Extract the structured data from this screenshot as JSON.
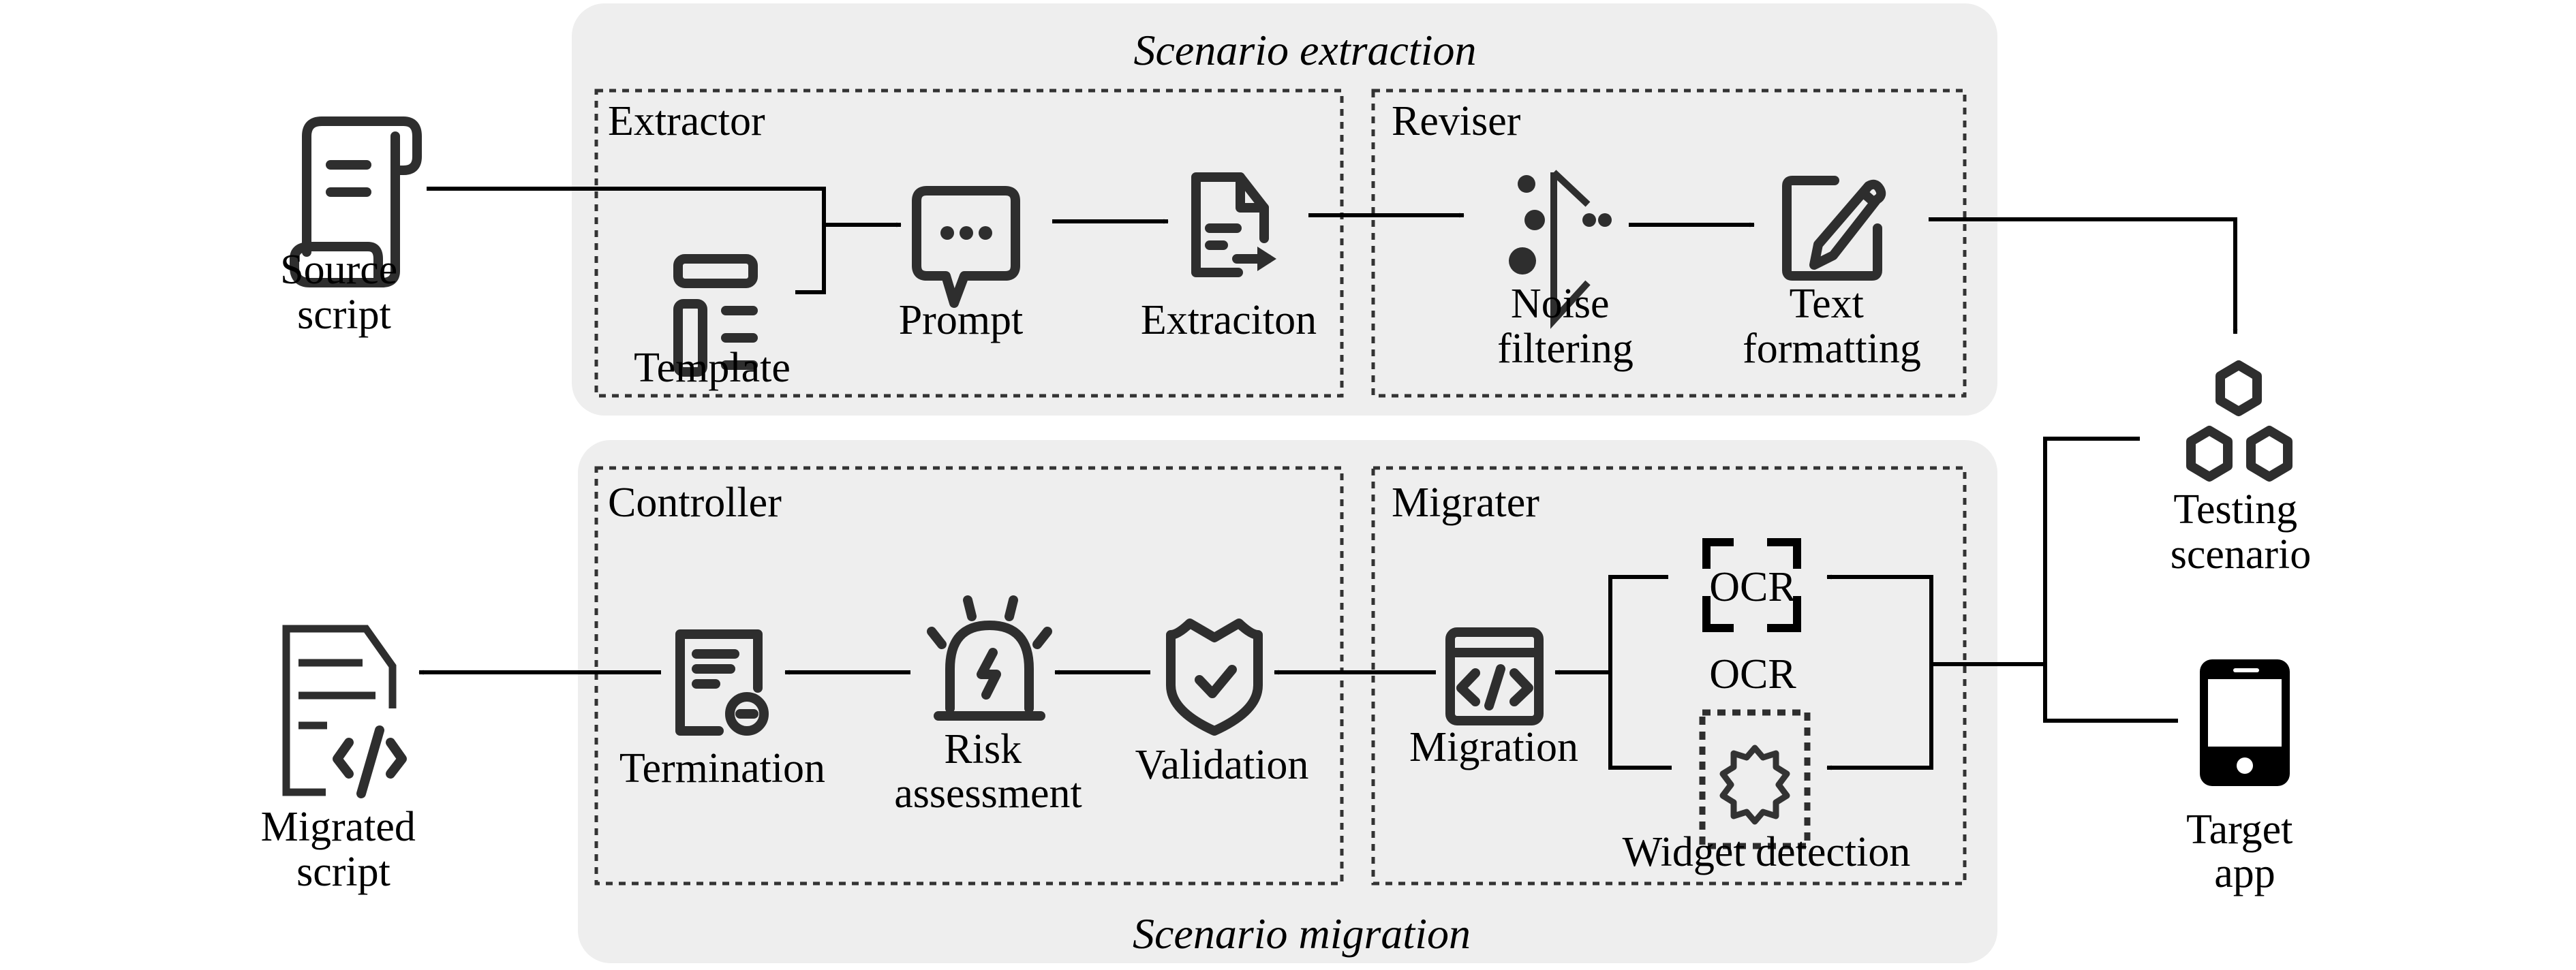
{
  "diagram": {
    "colors": {
      "panel_bg": "#eeeeee",
      "icon": "#2e2e2e",
      "line": "#000000"
    },
    "panels": {
      "extraction": {
        "title": "Scenario extraction"
      },
      "migration": {
        "title": "Scenario migration"
      }
    },
    "modules": {
      "extractor": {
        "label": "Extractor"
      },
      "reviser": {
        "label": "Reviser"
      },
      "controller": {
        "label": "Controller"
      },
      "migrater": {
        "label": "Migrater"
      }
    },
    "nodes": {
      "source_script": {
        "lines": [
          "Source",
          "script"
        ],
        "icon": "scroll-icon"
      },
      "template": {
        "label": "Template",
        "icon": "template-icon"
      },
      "prompt": {
        "label": "Prompt",
        "icon": "chat-bubble-icon"
      },
      "extraction": {
        "label": "Extraciton",
        "icon": "document-export-icon"
      },
      "noise_filtering": {
        "lines": [
          "Noise",
          "filtering"
        ],
        "icon": "filter-funnel-icon"
      },
      "text_formatting": {
        "lines": [
          "Text",
          "formatting"
        ],
        "icon": "edit-pencil-icon"
      },
      "testing_scenario": {
        "lines": [
          "Testing",
          "scenario"
        ],
        "icon": "hexagons-icon"
      },
      "target_app": {
        "lines": [
          "Target",
          "app"
        ],
        "icon": "smartphone-icon"
      },
      "ocr": {
        "label": "OCR",
        "icon_text": "OCR",
        "icon": "ocr-scan-icon"
      },
      "widget_detection": {
        "label": "Widget detection",
        "icon": "widget-gear-icon"
      },
      "migration": {
        "label": "Migration",
        "icon": "code-window-icon"
      },
      "validation": {
        "label": "Validation",
        "icon": "shield-check-icon"
      },
      "risk_assessment": {
        "lines": [
          "Risk",
          "assessment"
        ],
        "icon": "alarm-siren-icon"
      },
      "termination": {
        "label": "Termination",
        "icon": "document-stop-icon"
      },
      "migrated_script": {
        "lines": [
          "Migrated",
          "script"
        ],
        "icon": "code-document-icon"
      }
    },
    "edges": [
      {
        "from": "Source script",
        "to": "Prompt"
      },
      {
        "from": "Template",
        "to": "Prompt"
      },
      {
        "from": "Prompt",
        "to": "Extraciton"
      },
      {
        "from": "Extraciton",
        "to": "Noise filtering"
      },
      {
        "from": "Noise filtering",
        "to": "Text formatting"
      },
      {
        "from": "Text formatting",
        "to": "Testing scenario"
      },
      {
        "from": "Testing scenario",
        "to": "OCR"
      },
      {
        "from": "Testing scenario",
        "to": "Widget detection"
      },
      {
        "from": "Target app",
        "to": "OCR"
      },
      {
        "from": "Target app",
        "to": "Widget detection"
      },
      {
        "from": "OCR",
        "to": "Migration"
      },
      {
        "from": "Widget detection",
        "to": "Migration"
      },
      {
        "from": "Migration",
        "to": "Validation"
      },
      {
        "from": "Validation",
        "to": "Risk assessment"
      },
      {
        "from": "Risk assessment",
        "to": "Termination"
      },
      {
        "from": "Termination",
        "to": "Migrated script"
      }
    ]
  }
}
